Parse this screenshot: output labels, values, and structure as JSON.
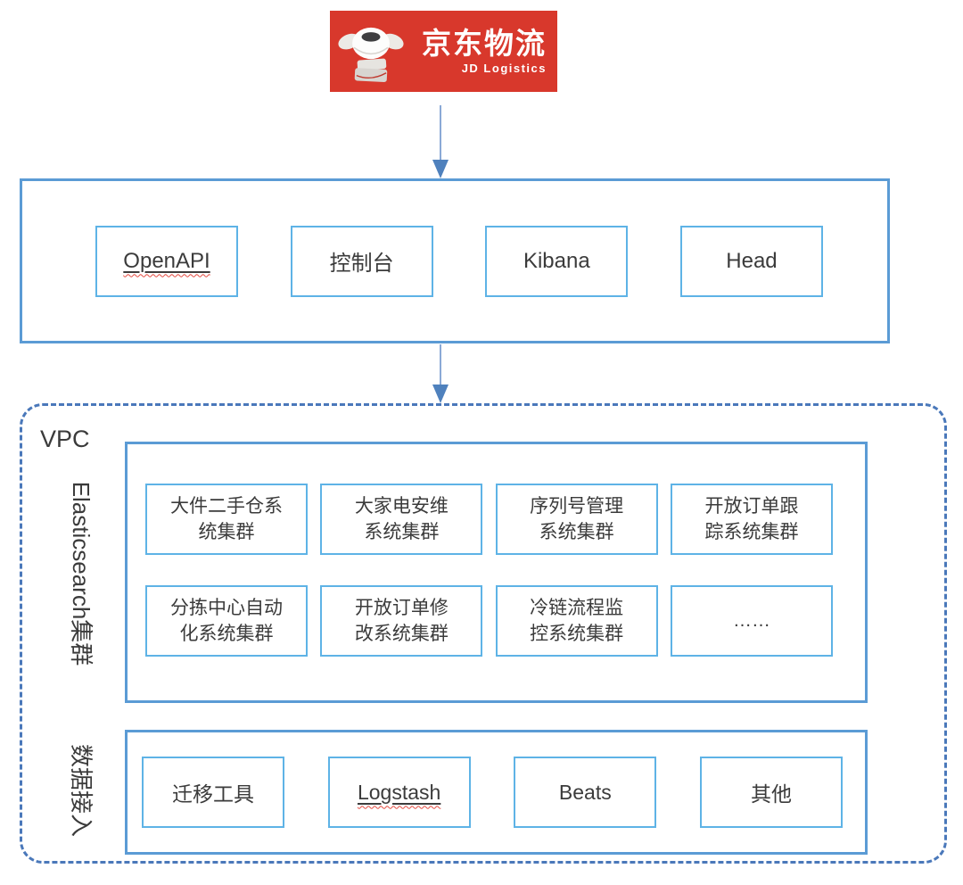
{
  "logo": {
    "brand_cn": "京东物流",
    "brand_en": "JD Logistics"
  },
  "access_layer": {
    "items": [
      {
        "label": "OpenAPI"
      },
      {
        "label": "控制台"
      },
      {
        "label": "Kibana"
      },
      {
        "label": "Head"
      }
    ]
  },
  "vpc": {
    "label": "VPC",
    "es_cluster": {
      "label": "Elasticsearch集群",
      "rows": [
        [
          "大件二手仓系\n统集群",
          "大家电安维\n系统集群",
          "序列号管理\n系统集群",
          "开放订单跟\n踪系统集群"
        ],
        [
          "分拣中心自动\n化系统集群",
          "开放订单修\n改系统集群",
          "冷链流程监\n控系统集群",
          "……"
        ]
      ]
    },
    "data_access": {
      "label": "数据接入",
      "items": [
        "迁移工具",
        "Logstash",
        "Beats",
        "其他"
      ]
    }
  },
  "colors": {
    "brand_red": "#d8382c",
    "outer_border": "#5b9bd5",
    "inner_border": "#5eb3e6",
    "dashed_border": "#4a78ba",
    "arrow": "#4f81bd",
    "text": "#3b3b3b",
    "spellcheck_red": "#e4493f"
  }
}
